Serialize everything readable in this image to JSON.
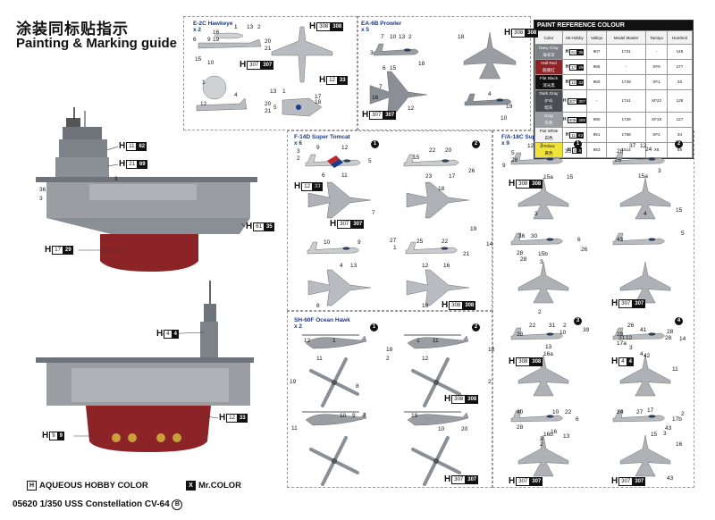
{
  "header": {
    "title_cn": "涂装同标贴指示",
    "title_en": "Painting & Marking guide"
  },
  "colors": {
    "hull_red": "#8c2326",
    "navy_gray": "#8a8f96",
    "light_gray": "#c9cbcd",
    "aircraft_gray": "#b8bcc0",
    "dark": "#111111",
    "accent_blue": "#1a3a8a",
    "yellow": "#f1e23a"
  },
  "sections": {
    "hawkeye": {
      "title": "E-2C Hawkeye",
      "count": "x 2"
    },
    "prowler": {
      "title": "EA-6B Prowler",
      "count": "x 5"
    },
    "tomcat": {
      "title": "F-14D Super Tomcat",
      "count": "x 6"
    },
    "hornet": {
      "title": "F/A-18C Super Hornet",
      "count": "x 9"
    },
    "seahawk": {
      "title": "SH-60F Ocean Hawk",
      "count": "x 2"
    }
  },
  "paint_reference": {
    "title": "PAINT REFERENCE COLOUR",
    "columns": [
      "Color",
      "Mr.Hobby",
      "Vallejo",
      "Model Master",
      "Tamiya",
      "Humbrol"
    ],
    "rows": [
      {
        "color": "Navy Gray",
        "color_cn": "海军灰",
        "swatch": "#7d8288",
        "h_code": "61",
        "hx_code": "35",
        "vallejo": "907",
        "model_master": "1731",
        "tamiya": "-",
        "humbrol": "146"
      },
      {
        "color": "Hull Red",
        "color_cn": "舰底红",
        "swatch": "#8c2326",
        "h_code": "17",
        "hx_code": "29",
        "vallejo": "985",
        "model_master": "-",
        "tamiya": "XF9",
        "humbrol": "177"
      },
      {
        "color": "Flat Black",
        "color_cn": "消光黑",
        "swatch": "#111111",
        "h_code": "12",
        "hx_code": "33",
        "vallejo": "950",
        "model_master": "1749",
        "tamiya": "XF1",
        "humbrol": "33"
      },
      {
        "color": "Dark Gray (FS)",
        "color_cn": "暗灰",
        "swatch": "#4a4d52",
        "h_code": "307",
        "hx_code": "307",
        "vallejo": "-",
        "model_master": "1741",
        "tamiya": "XF22",
        "humbrol": "128"
      },
      {
        "color": "Gray",
        "color_cn": "灰色",
        "swatch": "#9a9ea3",
        "h_code": "308",
        "hx_code": "308",
        "vallejo": "990",
        "model_master": "1728",
        "tamiya": "XF19",
        "humbrol": "127"
      },
      {
        "color": "Flat White",
        "color_cn": "白色",
        "swatch": "#f4f4f4",
        "h_code": "11",
        "hx_code": "62",
        "vallejo": "951",
        "model_master": "1768",
        "tamiya": "XF2",
        "humbrol": "34"
      },
      {
        "color": "Yellow",
        "color_cn": "黄色",
        "swatch": "#f1e23a",
        "h_code": "4",
        "hx_code": "4",
        "vallejo": "953",
        "model_master": "1514",
        "tamiya": "X8",
        "humbrol": "69"
      }
    ]
  },
  "ship_callouts": {
    "c1": {
      "h": "H",
      "a": "11",
      "b": "62"
    },
    "c2": {
      "h": "H",
      "a": "21",
      "b": "69"
    },
    "c3": {
      "h": "H",
      "a": "61",
      "b": "35"
    },
    "c4": {
      "h": "H",
      "a": "17",
      "b": "29"
    },
    "c5": {
      "h": "H",
      "a": "4",
      "b": "4"
    },
    "c6": {
      "h": "H",
      "a": "12",
      "b": "33"
    },
    "c7": {
      "h": "H",
      "a": "9",
      "b": "9"
    }
  },
  "aircraft_callouts": {
    "hawkeye_307": {
      "h": "H",
      "a": "307",
      "b": "307"
    },
    "hawkeye_308": {
      "h": "H",
      "a": "308",
      "b": "308"
    },
    "hawkeye_12": {
      "h": "H",
      "a": "12",
      "b": "33"
    },
    "prowler_308": {
      "h": "H",
      "a": "308",
      "b": "308"
    },
    "prowler_307": {
      "h": "H",
      "a": "307",
      "b": "307"
    },
    "tomcat_12": {
      "h": "H",
      "a": "12",
      "b": "33"
    },
    "tomcat_307": {
      "h": "H",
      "a": "307",
      "b": "307"
    },
    "tomcat_308": {
      "h": "H",
      "a": "308",
      "b": "308"
    },
    "hornet_308a": {
      "h": "H",
      "a": "308",
      "b": "308"
    },
    "hornet_307a": {
      "h": "H",
      "a": "307",
      "b": "307"
    },
    "hornet_308b": {
      "h": "H",
      "a": "308",
      "b": "308"
    },
    "hornet_4": {
      "h": "H",
      "a": "4",
      "b": "4"
    },
    "hornet_307b": {
      "h": "H",
      "a": "307",
      "b": "307"
    },
    "hornet_307c": {
      "h": "H",
      "a": "307",
      "b": "307"
    },
    "seahawk_308": {
      "h": "H",
      "a": "308",
      "b": "308"
    },
    "seahawk_307": {
      "h": "H",
      "a": "307",
      "b": "307"
    }
  },
  "variant_markers": [
    "1",
    "2",
    "3",
    "4"
  ],
  "legend": {
    "aqueous_label": "AQUEOUS HOBBY COLOR",
    "aqueous_icon": "H",
    "mr_label": "Mr.COLOR",
    "mr_icon": "X"
  },
  "footer": {
    "code": "05620",
    "scale": "1/350",
    "name": "USS Constellation CV-64",
    "sheet": "B"
  },
  "numbers": {
    "hawkeye": [
      "1",
      "13",
      "2",
      "16",
      "9",
      "19",
      "6",
      "20",
      "21",
      "15",
      "10",
      "1",
      "12",
      "4",
      "13",
      "1",
      "17",
      "18",
      "20",
      "21",
      "5"
    ],
    "prowler": [
      "7",
      "10",
      "13",
      "2",
      "3",
      "6",
      "15",
      "18",
      "16",
      "12",
      "7",
      "18",
      "4",
      "19",
      "10"
    ],
    "ship": [
      "3",
      "36",
      "3"
    ],
    "tomcat": [
      "3",
      "2",
      "9",
      "12",
      "5",
      "6",
      "11",
      "22",
      "20",
      "15",
      "23",
      "17",
      "26",
      "18",
      "7",
      "18",
      "19",
      "10",
      "9",
      "27",
      "1",
      "25",
      "22",
      "14",
      "4",
      "13",
      "12",
      "16",
      "21",
      "8",
      "19"
    ],
    "hornet": [
      "5",
      "28",
      "12",
      "3",
      "35",
      "9",
      "15a",
      "15",
      "3",
      "28",
      "36",
      "30",
      "6",
      "3",
      "15b",
      "28",
      "26",
      "2",
      "22",
      "31",
      "2",
      "10",
      "39",
      "28",
      "13",
      "16a",
      "2",
      "40",
      "10",
      "22",
      "6",
      "16",
      "16b",
      "13",
      "3",
      "28",
      "2",
      "28",
      "26",
      "37",
      "12",
      "24",
      "15a",
      "3",
      "4",
      "15",
      "5",
      "43",
      "26",
      "29",
      "12",
      "41",
      "28",
      "31",
      "28",
      "14",
      "17a",
      "3",
      "4",
      "42",
      "11",
      "24",
      "27",
      "17",
      "2",
      "17b",
      "15",
      "43",
      "3",
      "16",
      "43"
    ],
    "seahawk": [
      "12",
      "1",
      "11",
      "18",
      "2",
      "1",
      "11",
      "12",
      "18",
      "19",
      "8",
      "2",
      "11",
      "10",
      "9",
      "7",
      "19",
      "10",
      "20"
    ]
  }
}
